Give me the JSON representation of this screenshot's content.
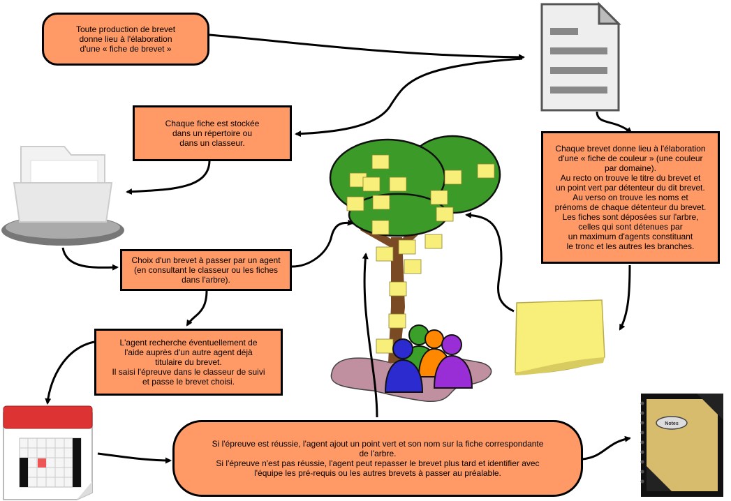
{
  "colors": {
    "box_fill": "#ff9966",
    "stroke": "#000000",
    "tree_leaf": "#3c9a28",
    "sticky_note": "#f8ee7a",
    "calendar_red": "#dd3333",
    "notebook_cover": "#d8bc6e"
  },
  "icons": [
    "document-icon",
    "folder-icon",
    "tree-icon",
    "people-icon",
    "sticky-note-icon",
    "calendar-icon",
    "notebook-icon"
  ],
  "boxes": {
    "production": "Toute production de brevet\ndonne lieu à l'élaboration\nd'une « fiche de brevet »",
    "stockage": "Chaque fiche est stockée\ndans un répertoire ou\ndans un classeur.",
    "choix": "Choix d'un brevet à passer par un agent\n(en consultant le classeur ou les fiches\ndans l'arbre).",
    "aide": "L'agent recherche éventuellement de\nl'aide auprès d'un autre agent déjà\ntitulaire du brevet.\nIl saisi l'épreuve dans le classeur de suivi\net passe le brevet choisi.",
    "couleur": "Chaque brevet donne lieu à l'élaboration\nd'une « fiche de couleur » (une couleur\npar domaine).\nAu recto on trouve le titre du brevet et\nun point vert par détenteur du dit brevet.\nAu verso on trouve les noms et\nprénoms de chaque détenteur du brevet.\nLes fiches sont déposées sur l'arbre,\ncelles qui sont détenues par\nun maximum d'agents constituant\nle tronc et les autres les branches.",
    "epreuve": "Si l'épreuve est réussie, l'agent ajout un point vert et son nom sur la fiche correspondante\nde l'arbre.\nSi l'épreuve n'est pas réussie, l'agent peut repasser le brevet plus tard et identifier avec\nl'équipe les pré-requis ou les autres brevets à passer au préalable."
  },
  "notebook_label": "Notes"
}
